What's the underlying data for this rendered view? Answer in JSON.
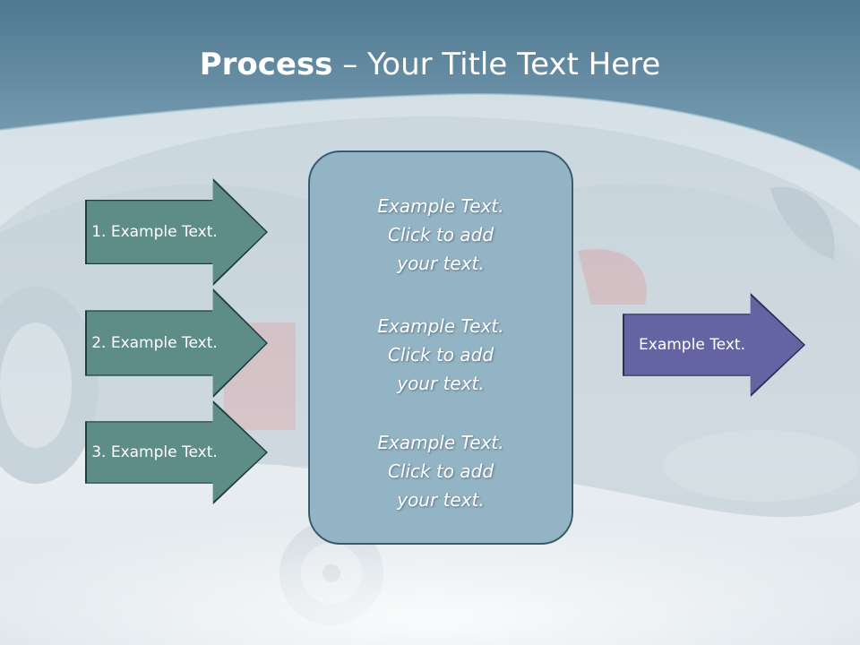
{
  "slide": {
    "title_bold": "Process",
    "title_rest": " – Your Title Text Here",
    "colors": {
      "header": "#5f87a0",
      "arrow_green": "#5e8d88",
      "arrow_purple": "#6564a2",
      "center_box": "#93b4c5"
    }
  },
  "left_arrows": [
    {
      "label": "1. Example Text."
    },
    {
      "label": "2. Example Text."
    },
    {
      "label": "3. Example Text."
    }
  ],
  "center_box": {
    "blocks": [
      {
        "line1": "Example Text.",
        "line2": "Click  to add",
        "line3": "your text."
      },
      {
        "line1": "Example Text.",
        "line2": "Click  to add",
        "line3": "your text."
      },
      {
        "line1": "Example Text.",
        "line2": "Click  to add",
        "line3": "your text."
      }
    ]
  },
  "right_arrow": {
    "label": "Example Text."
  }
}
